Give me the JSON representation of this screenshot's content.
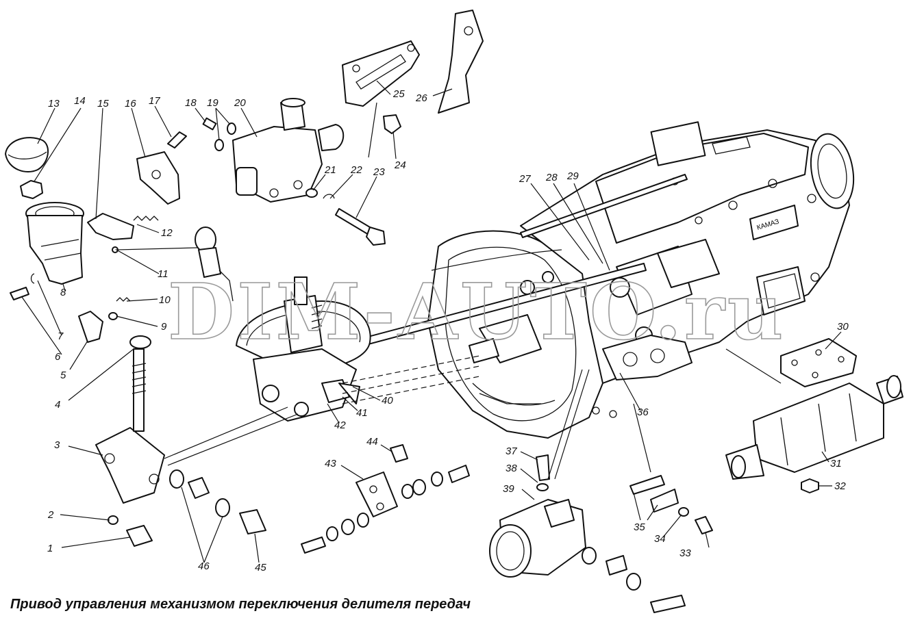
{
  "caption": "Привод управления механизмом переключения делителя передач",
  "watermark": "DIM-AUTO.ru",
  "nameplate_text": "КАМАЗ",
  "callouts": [
    "1",
    "2",
    "3",
    "4",
    "5",
    "6",
    "7",
    "8",
    "9",
    "10",
    "11",
    "12",
    "13",
    "14",
    "15",
    "16",
    "17",
    "18",
    "19",
    "20",
    "21",
    "22",
    "23",
    "24",
    "25",
    "26",
    "27",
    "28",
    "29",
    "30",
    "31",
    "32",
    "33",
    "34",
    "35",
    "36",
    "37",
    "38",
    "39",
    "40",
    "41",
    "42",
    "43",
    "44",
    "45",
    "46"
  ]
}
